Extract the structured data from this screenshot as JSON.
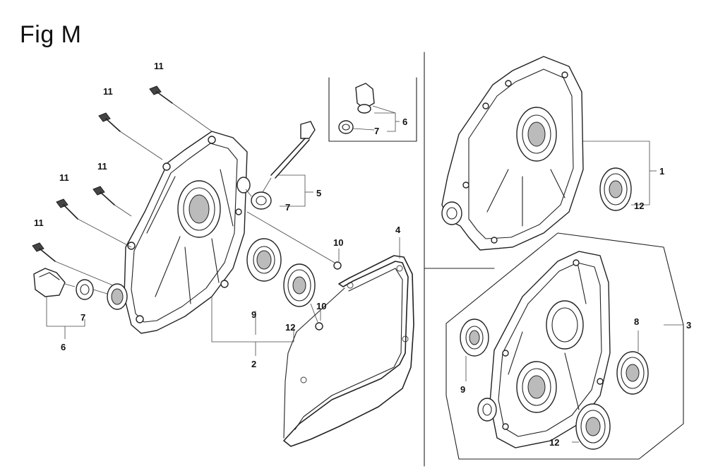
{
  "figure": {
    "title": "Fig M"
  },
  "labels": {
    "l1": "1",
    "l2": "2",
    "l3": "3",
    "l4": "4",
    "l5": "5",
    "l6a": "6",
    "l6b": "6",
    "l7a": "7",
    "l7b": "7",
    "l7c": "7",
    "l8": "8",
    "l9a": "9",
    "l9b": "9",
    "l10a": "10",
    "l10b": "10",
    "l11a": "11",
    "l11b": "11",
    "l11c": "11",
    "l11d": "11",
    "l11e": "11",
    "l12a": "12",
    "l12b": "12",
    "l12c": "12"
  }
}
